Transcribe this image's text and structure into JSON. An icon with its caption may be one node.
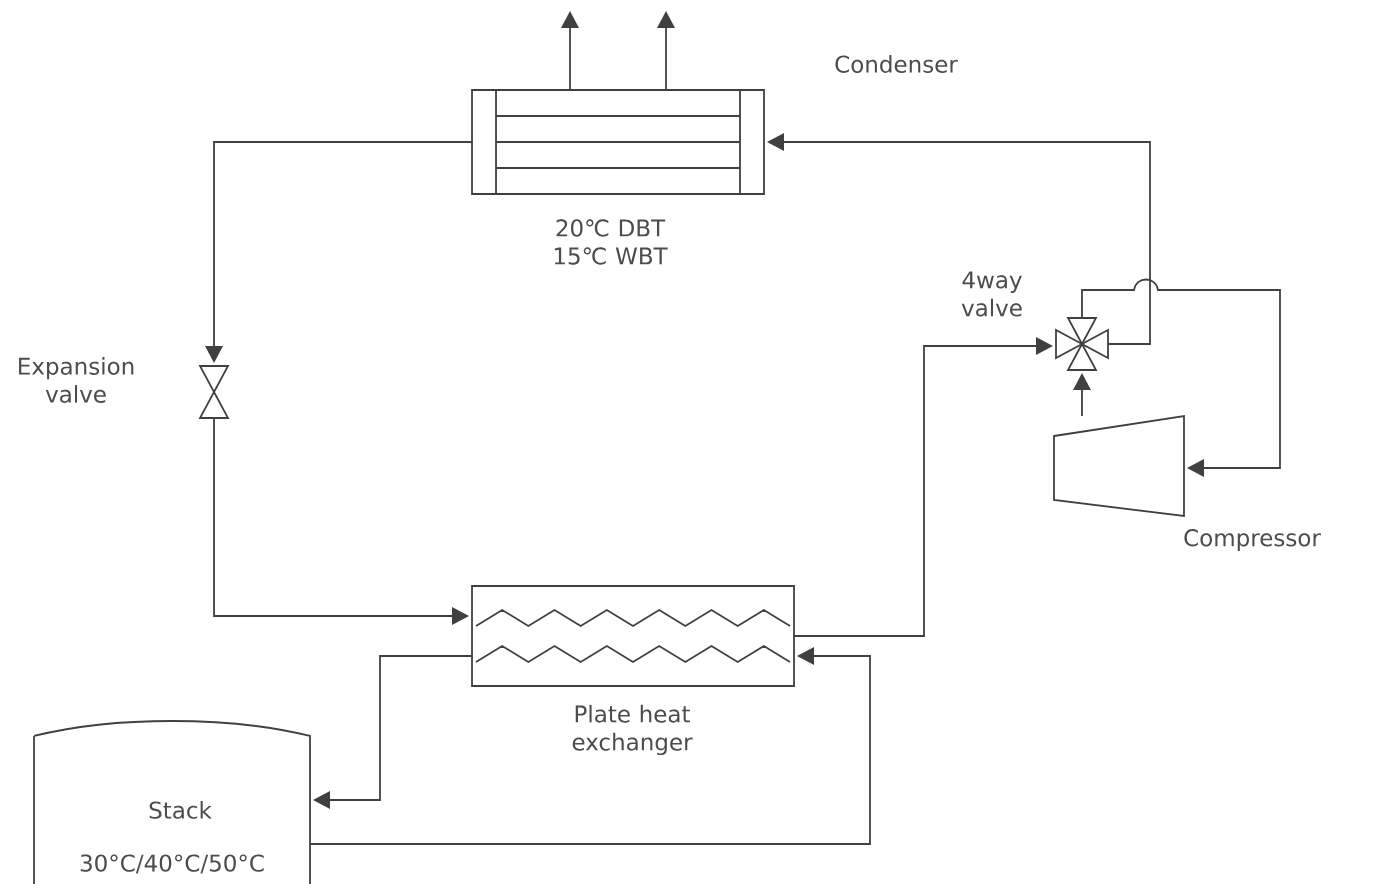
{
  "diagram": {
    "nodes": [
      {
        "text": [
          "Condenser",
          "20℃ DBT 15℃ WBT"
        ]
      },
      {
        "text": [
          "Expansion valve"
        ]
      },
      {
        "text": [
          "4way valve"
        ]
      },
      {
        "text": [
          "Compressor"
        ]
      },
      {
        "text": [
          "Plate heat exchanger"
        ]
      },
      {
        "text": [
          "Stack",
          "30°C/40°C/50°C"
        ]
      }
    ],
    "edges": [
      {
        "from": 3,
        "to": 2,
        "arrow": "to"
      },
      {
        "from": 2,
        "to": 0,
        "arrow": "to"
      },
      {
        "from": 0,
        "to": 1,
        "arrow": "to"
      },
      {
        "from": 1,
        "to": 4,
        "arrow": "to"
      },
      {
        "from": 4,
        "to": 2,
        "arrow": "to"
      },
      {
        "from": 2,
        "to": 3,
        "arrow": "to"
      },
      {
        "from": 4,
        "to": 5,
        "arrow": "to"
      },
      {
        "from": 5,
        "to": 4,
        "arrow": "to"
      },
      {
        "from": 0,
        "to": null,
        "arrow": "to"
      },
      {
        "from": 0,
        "to": null,
        "arrow": "to"
      }
    ]
  }
}
